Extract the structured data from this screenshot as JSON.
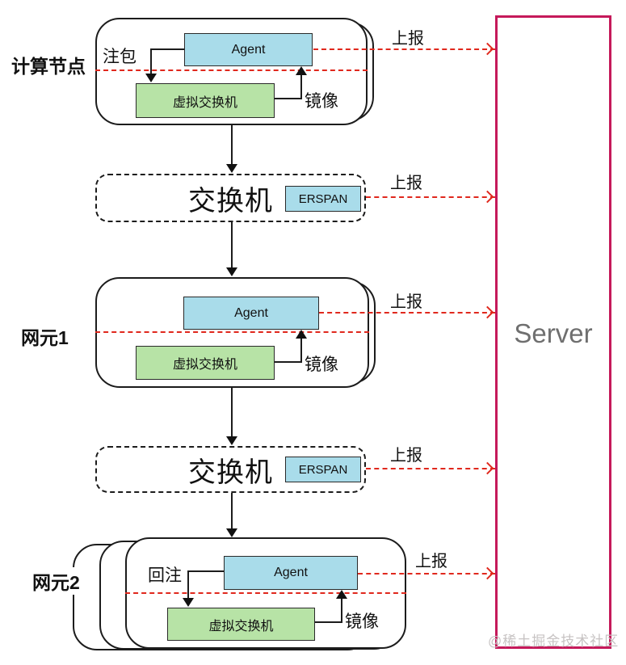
{
  "diagram": {
    "nodes": [
      {
        "name": "compute-node",
        "label": "计算节点",
        "agent_label": "Agent",
        "vswitch_label": "虚拟交换机",
        "inject_label": "注包",
        "mirror_label": "镜像",
        "report_label": "上报"
      },
      {
        "name": "switch-1",
        "label": "交换机",
        "erspan_label": "ERSPAN",
        "report_label": "上报"
      },
      {
        "name": "network-element-1",
        "label": "网元1",
        "agent_label": "Agent",
        "vswitch_label": "虚拟交换机",
        "mirror_label": "镜像",
        "report_label": "上报"
      },
      {
        "name": "switch-2",
        "label": "交换机",
        "erspan_label": "ERSPAN",
        "report_label": "上报"
      },
      {
        "name": "network-element-2",
        "label": "网元2",
        "agent_label": "Agent",
        "vswitch_label": "虚拟交换机",
        "reinject_label": "回注",
        "mirror_label": "镜像",
        "report_label": "上报"
      }
    ],
    "server": {
      "label": "Server"
    },
    "watermark": "@稀土掘金技术社区",
    "colors": {
      "agent_fill": "#a9dcea",
      "vswitch_fill": "#b7e3a6",
      "erspan_fill": "#a9dcea",
      "report_arrow_red": "#e0281d",
      "server_border": "#c5195a",
      "server_text": "#6f6f6f",
      "line_black": "#1c1c1c"
    }
  }
}
